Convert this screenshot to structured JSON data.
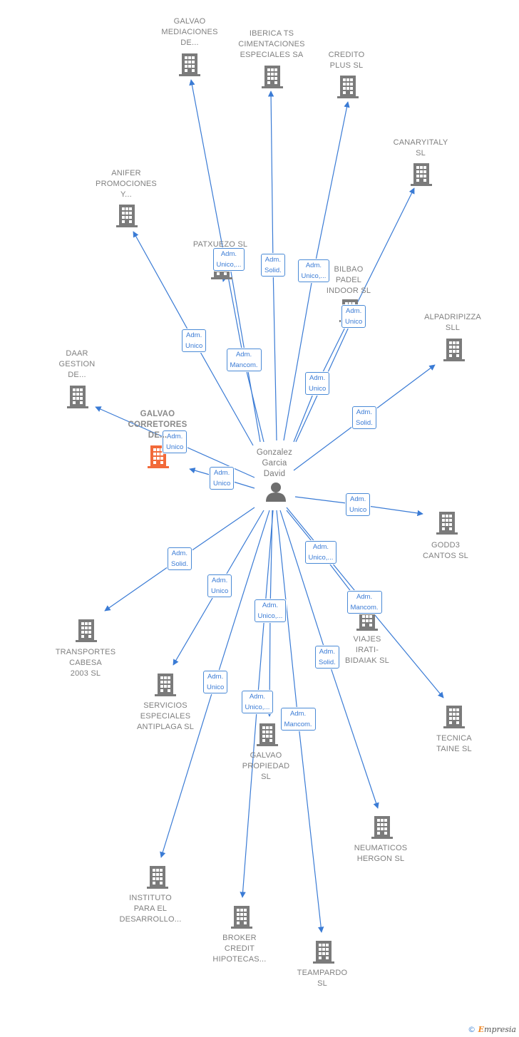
{
  "colors": {
    "edge": "#3a7bd5",
    "building": "#7b7b7b",
    "highlight": "#f26a3a",
    "person": "#6e6e6e"
  },
  "center": {
    "id": "person",
    "label": "Gonzalez\nGarcia\nDavid",
    "icon": "person-icon"
  },
  "nodes": [
    {
      "id": "galvao-med",
      "label": "GALVAO\nMEDIACIONES\nDE...",
      "icon": "building-icon"
    },
    {
      "id": "iberica",
      "label": "IBERICA TS\nCIMENTACIONES\nESPECIALES SA",
      "icon": "building-icon"
    },
    {
      "id": "credito",
      "label": "CREDITO\nPLUS  SL",
      "icon": "building-icon"
    },
    {
      "id": "canaryitaly",
      "label": "CANARYITALY\nSL",
      "icon": "building-icon"
    },
    {
      "id": "anifer",
      "label": "ANIFER\nPROMOCIONES\nY...",
      "icon": "building-icon"
    },
    {
      "id": "patxuezo",
      "label": "PATXUEZO  SL",
      "icon": "building-icon"
    },
    {
      "id": "bilbao",
      "label": "BILBAO\nPADEL\nINDOOR  SL",
      "icon": "building-icon"
    },
    {
      "id": "alpadripizza",
      "label": "ALPADRIPIZZA\nSLL",
      "icon": "building-icon"
    },
    {
      "id": "daar",
      "label": "DAAR\nGESTION\nDE...",
      "icon": "building-icon"
    },
    {
      "id": "galvao-corr",
      "label": "GALVAO\nCORRETORES\nDE...",
      "icon": "building-icon",
      "highlight": true
    },
    {
      "id": "godd3",
      "label": "GODD3\nCANTOS SL",
      "icon": "building-icon"
    },
    {
      "id": "transportes",
      "label": "TRANSPORTES\nCABESA\n2003  SL",
      "icon": "building-icon"
    },
    {
      "id": "viajes",
      "label": "VIAJES\nIRATI-\nBIDAIAK SL",
      "icon": "building-icon"
    },
    {
      "id": "servicios",
      "label": "SERVICIOS\nESPECIALES\nANTIPLAGA SL",
      "icon": "building-icon"
    },
    {
      "id": "tecnica",
      "label": "TECNICA\nTAINE SL",
      "icon": "building-icon"
    },
    {
      "id": "galvao-prop",
      "label": "GALVAO\nPROPIEDAD\nSL",
      "icon": "building-icon"
    },
    {
      "id": "neumaticos",
      "label": "NEUMATICOS\nHERGON  SL",
      "icon": "building-icon"
    },
    {
      "id": "instituto",
      "label": "INSTITUTO\nPARA EL\nDESARROLLO...",
      "icon": "building-icon"
    },
    {
      "id": "broker",
      "label": "BROKER\nCREDIT\nHIPOTECAS...",
      "icon": "building-icon"
    },
    {
      "id": "teampardo",
      "label": "TEAMPARDO\nSL",
      "icon": "building-icon"
    }
  ],
  "edges": [
    {
      "to": "galvao-med",
      "label": "Adm.\nMancom."
    },
    {
      "to": "iberica",
      "label": "Adm.\nSolid."
    },
    {
      "to": "credito",
      "label": "Adm.\nUnico,..."
    },
    {
      "to": "canaryitaly",
      "label": "Adm.\nUnico"
    },
    {
      "to": "anifer",
      "label": "Adm.\nUnico"
    },
    {
      "to": "patxuezo",
      "label": "Adm.\nUnico,..."
    },
    {
      "to": "bilbao",
      "label": "Adm.\nUnico"
    },
    {
      "to": "alpadripizza",
      "label": "Adm.\nSolid."
    },
    {
      "to": "daar",
      "label": "Adm.\nUnico"
    },
    {
      "to": "galvao-corr",
      "label": "Adm.\nUnico"
    },
    {
      "to": "godd3",
      "label": "Adm.\nUnico"
    },
    {
      "to": "transportes",
      "label": "Adm.\nSolid."
    },
    {
      "to": "viajes",
      "label": "Adm.\nUnico,..."
    },
    {
      "to": "servicios",
      "label": "Adm.\nUnico"
    },
    {
      "to": "tecnica",
      "label": "Adm.\nMancom."
    },
    {
      "to": "galvao-prop",
      "label": "Adm.\nUnico,..."
    },
    {
      "to": "neumaticos",
      "label": "Adm.\nSolid."
    },
    {
      "to": "instituto",
      "label": "Adm.\nUnico"
    },
    {
      "to": "broker",
      "label": "Adm.\nUnico,..."
    },
    {
      "to": "teampardo",
      "label": "Adm.\nMancom."
    }
  ],
  "footer": {
    "copyright": "©",
    "brand_first": "E",
    "brand_rest": "mpresia"
  }
}
